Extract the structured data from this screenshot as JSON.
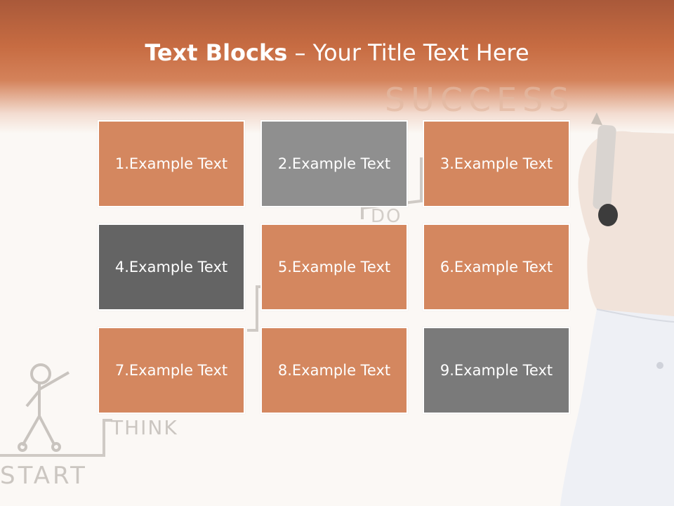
{
  "slide": {
    "title_bold": "Text Blocks",
    "title_sep": " – ",
    "title_rest": "Your Title Text Here"
  },
  "blocks": [
    {
      "label": "1.Example Text",
      "color": "#d4875f"
    },
    {
      "label": "2.Example Text",
      "color": "#8f8f8f"
    },
    {
      "label": "3.Example Text",
      "color": "#d4875f"
    },
    {
      "label": "4.Example Text",
      "color": "#646464"
    },
    {
      "label": "5.Example Text",
      "color": "#d4875f"
    },
    {
      "label": "6.Example Text",
      "color": "#d4875f"
    },
    {
      "label": "7.Example Text",
      "color": "#d4875f"
    },
    {
      "label": "8.Example Text",
      "color": "#d4875f"
    },
    {
      "label": "9.Example Text",
      "color": "#7a7a7a"
    }
  ],
  "background": {
    "word_start": "START",
    "word_think": "THINK",
    "word_do": "DO",
    "word_success": "SUCCESS"
  }
}
